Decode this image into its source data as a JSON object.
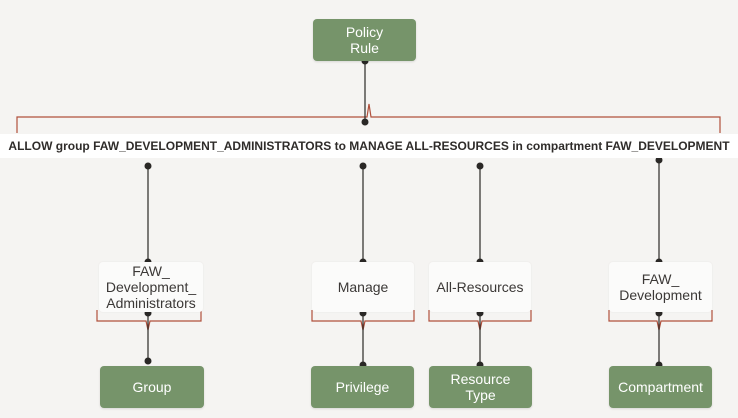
{
  "root": {
    "label": "Policy\nRule"
  },
  "statement": "ALLOW group FAW_DEVELOPMENT_ADMINISTRATORS to MANAGE ALL-RESOURCES in compartment FAW_DEVELOPMENT",
  "parts": [
    {
      "value": "FAW_\nDevelopment_\nAdministrators",
      "category": "Group"
    },
    {
      "value": "Manage",
      "category": "Privilege"
    },
    {
      "value": "All-Resources",
      "category": "Resource\nType"
    },
    {
      "value": "FAW_\nDevelopment",
      "category": "Compartment"
    }
  ],
  "colors": {
    "node_green": "#76946a",
    "bracket_red": "#b0503c",
    "line": "#2a2826"
  }
}
